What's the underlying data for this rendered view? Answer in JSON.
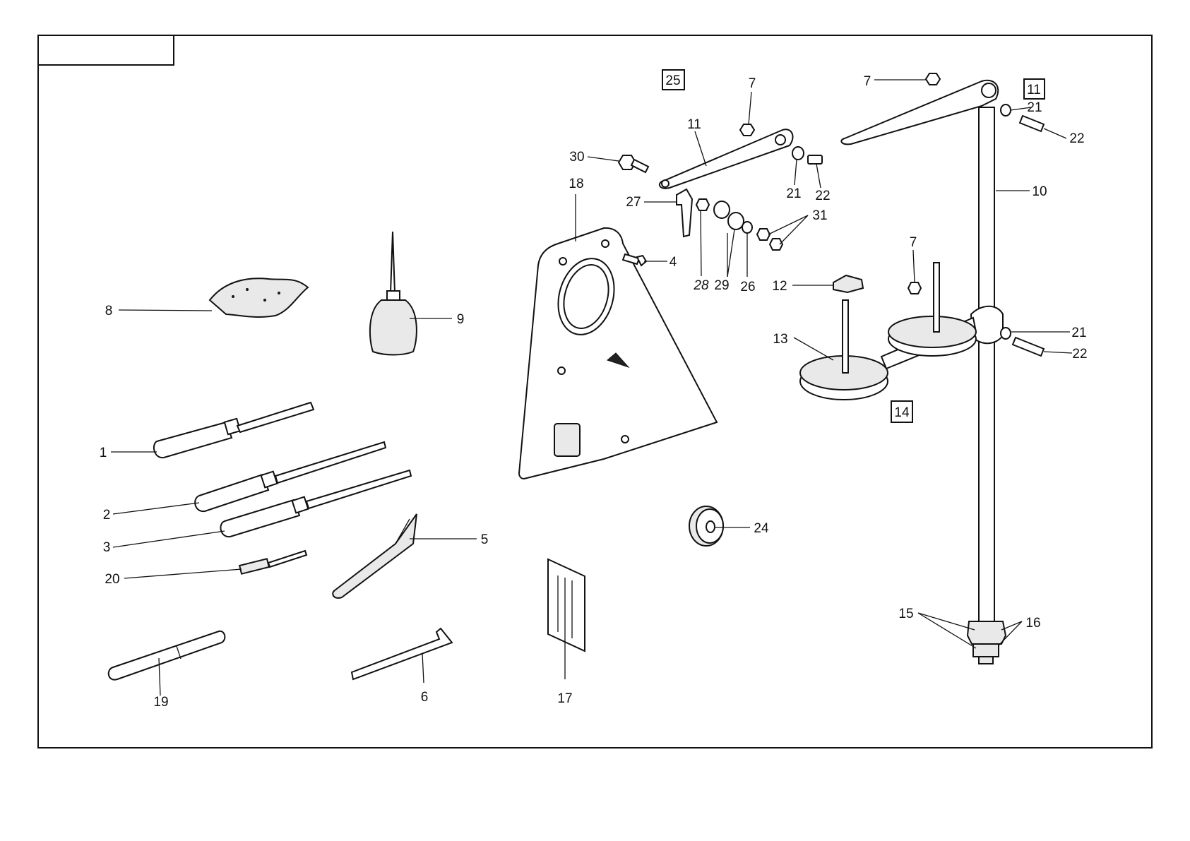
{
  "diagram": {
    "groups": [
      {
        "id": "25",
        "label": "25"
      },
      {
        "id": "11",
        "label": "11"
      },
      {
        "id": "14",
        "label": "14"
      }
    ],
    "callouts": [
      {
        "id": "c1",
        "label": "1"
      },
      {
        "id": "c2",
        "label": "2"
      },
      {
        "id": "c3",
        "label": "3"
      },
      {
        "id": "c20",
        "label": "20"
      },
      {
        "id": "c19",
        "label": "19"
      },
      {
        "id": "c8",
        "label": "8"
      },
      {
        "id": "c9",
        "label": "9"
      },
      {
        "id": "c5",
        "label": "5"
      },
      {
        "id": "c6",
        "label": "6"
      },
      {
        "id": "c17",
        "label": "17"
      },
      {
        "id": "c18",
        "label": "18"
      },
      {
        "id": "c24",
        "label": "24"
      },
      {
        "id": "c30",
        "label": "30"
      },
      {
        "id": "c27",
        "label": "27"
      },
      {
        "id": "c11a",
        "label": "11"
      },
      {
        "id": "c7a",
        "label": "7"
      },
      {
        "id": "c21a",
        "label": "21"
      },
      {
        "id": "c22a",
        "label": "22"
      },
      {
        "id": "c31",
        "label": "31"
      },
      {
        "id": "c4",
        "label": "4"
      },
      {
        "id": "c28",
        "label": "28"
      },
      {
        "id": "c29",
        "label": "29"
      },
      {
        "id": "c26",
        "label": "26"
      },
      {
        "id": "c12",
        "label": "12"
      },
      {
        "id": "c13",
        "label": "13"
      },
      {
        "id": "c7b",
        "label": "7"
      },
      {
        "id": "c7c",
        "label": "7"
      },
      {
        "id": "c21b",
        "label": "21"
      },
      {
        "id": "c22b",
        "label": "22"
      },
      {
        "id": "c10",
        "label": "10"
      },
      {
        "id": "c21c",
        "label": "21"
      },
      {
        "id": "c22c",
        "label": "22"
      },
      {
        "id": "c15",
        "label": "15"
      },
      {
        "id": "c16",
        "label": "16"
      }
    ]
  }
}
